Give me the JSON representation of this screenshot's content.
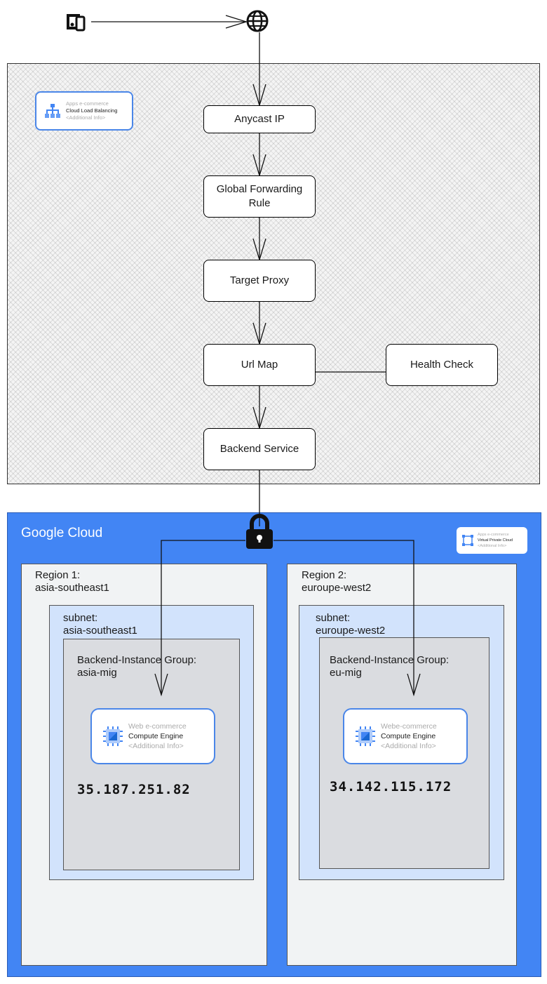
{
  "lb_card": {
    "sub": "Apps e-commerce",
    "main": "Cloud Load Balancing",
    "info": "<Additional Info>",
    "icon": "load-balancing-icon"
  },
  "nodes": {
    "anycast": "Anycast IP",
    "forwarding": "Global Forwarding Rule",
    "proxy": "Target Proxy",
    "urlmap": "Url Map",
    "health": "Health Check",
    "backend": "Backend Service"
  },
  "gcloud": {
    "title": "Google Cloud"
  },
  "vpc_card": {
    "sub": "Apps e-commerce",
    "main": "Virtual Private Cloud",
    "info": "<Additional Info>",
    "icon": "vpc-icon"
  },
  "regions": [
    {
      "label_line1": "Region 1:",
      "label_line2": "asia-southeast1",
      "subnet_line1": "subnet:",
      "subnet_line2": "asia-southeast1",
      "mig_line1": "Backend-Instance Group:",
      "mig_line2": "asia-mig",
      "card": {
        "sub": "Web e-commerce",
        "main": "Compute Engine",
        "info": "<Additional Info>"
      },
      "ip": "35.187.251.82"
    },
    {
      "label_line1": "Region 2:",
      "label_line2": "euroupe-west2",
      "subnet_line1": "subnet:",
      "subnet_line2": "euroupe-west2",
      "mig_line1": "Backend-Instance Group:",
      "mig_line2": "eu-mig",
      "card": {
        "sub": "Webe-commerce",
        "main": "Compute Engine",
        "info": "<Additional Info>"
      },
      "ip": "34.142.115.172"
    }
  ],
  "icons": {
    "devices": "devices-icon",
    "globe": "globe-icon",
    "lock": "lock-icon",
    "compute": "compute-engine-icon"
  },
  "colors": {
    "gcp_blue": "#4285f4",
    "region_bg": "#f1f3f4",
    "subnet_bg": "#d2e3fc",
    "mig_bg": "#dadce0"
  }
}
